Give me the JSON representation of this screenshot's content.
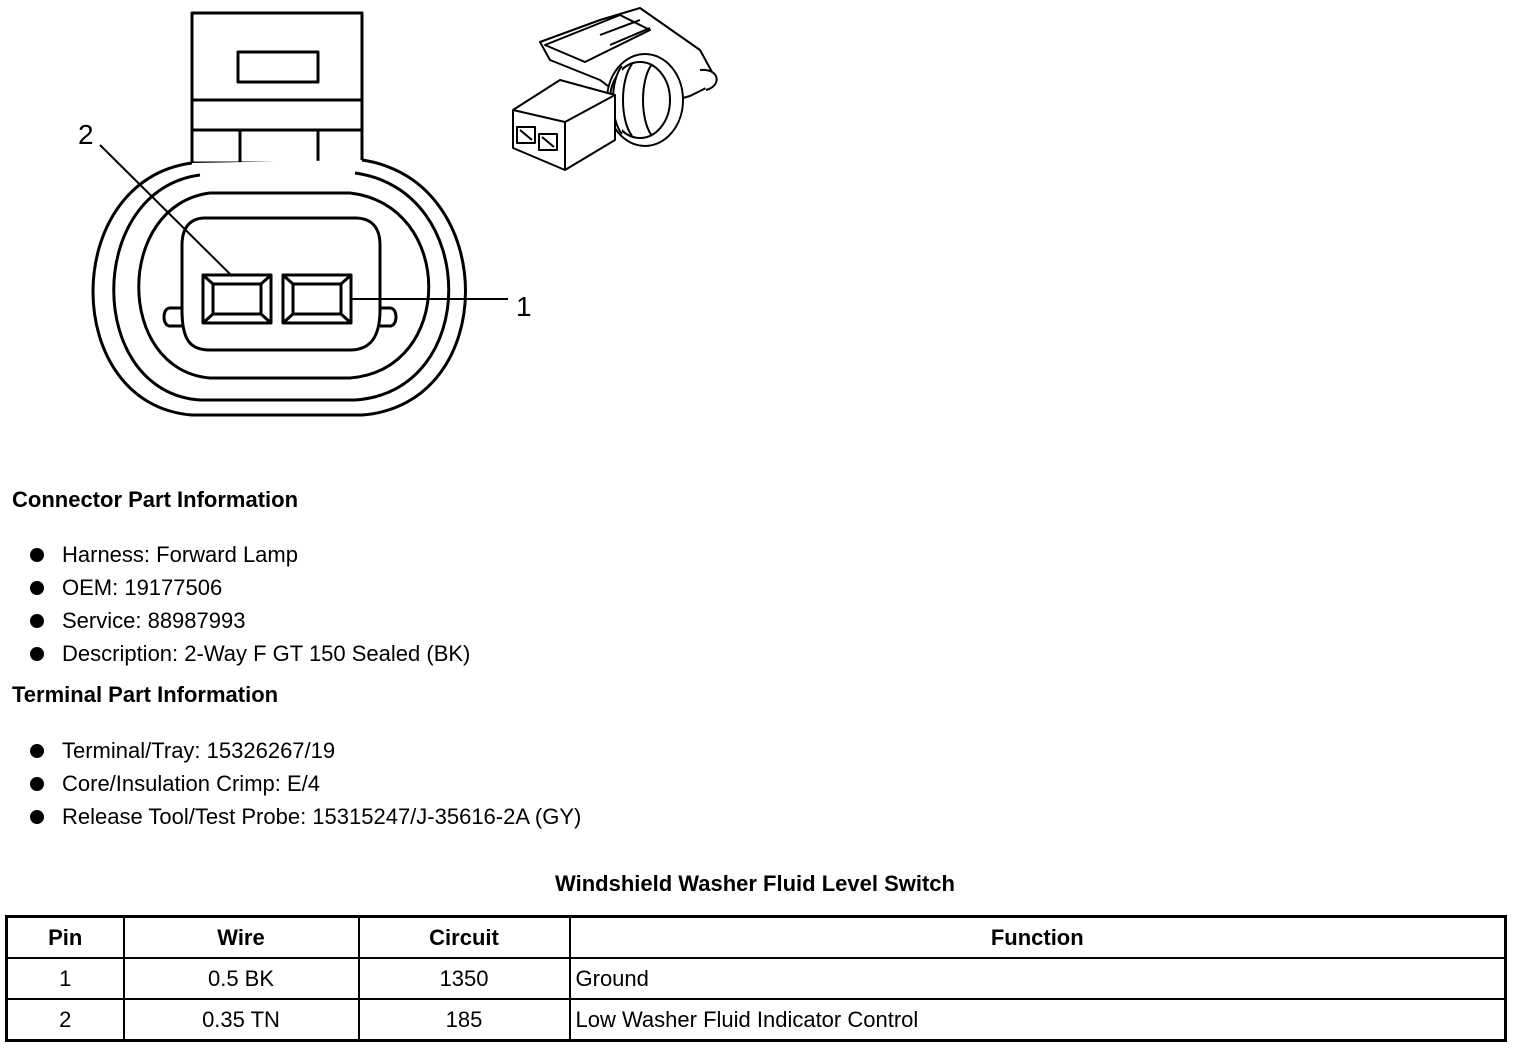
{
  "diagram": {
    "callouts": [
      {
        "label": "2"
      },
      {
        "label": "1"
      }
    ]
  },
  "connector": {
    "heading": "Connector Part Information",
    "items": [
      "Harness: Forward Lamp",
      "OEM: 19177506",
      "Service: 88987993",
      "Description: 2-Way F GT 150 Sealed (BK)"
    ]
  },
  "terminal": {
    "heading": "Terminal Part Information",
    "items": [
      "Terminal/Tray: 15326267/19",
      "Core/Insulation Crimp: E/4",
      "Release Tool/Test Probe: 15315247/J-35616-2A (GY)"
    ]
  },
  "table": {
    "title": "Windshield Washer Fluid Level Switch",
    "headers": [
      "Pin",
      "Wire",
      "Circuit",
      "Function"
    ],
    "rows": [
      [
        "1",
        "0.5 BK",
        "1350",
        "Ground"
      ],
      [
        "2",
        "0.35 TN",
        "185",
        "Low Washer Fluid Indicator Control"
      ]
    ]
  }
}
